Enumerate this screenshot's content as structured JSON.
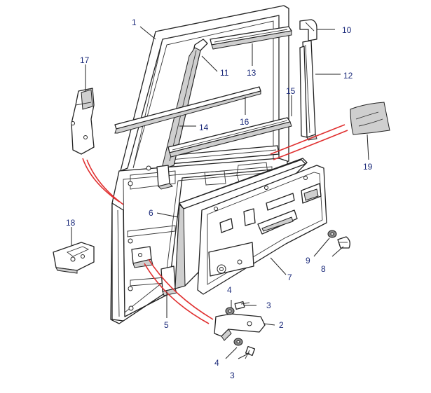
{
  "diagram": {
    "callouts": [
      {
        "id": "1",
        "text": "1"
      },
      {
        "id": "2",
        "text": "2"
      },
      {
        "id": "3a",
        "text": "3"
      },
      {
        "id": "3b",
        "text": "3"
      },
      {
        "id": "4a",
        "text": "4"
      },
      {
        "id": "4b",
        "text": "4"
      },
      {
        "id": "5",
        "text": "5"
      },
      {
        "id": "6",
        "text": "6"
      },
      {
        "id": "7",
        "text": "7"
      },
      {
        "id": "8",
        "text": "8"
      },
      {
        "id": "9",
        "text": "9"
      },
      {
        "id": "10",
        "text": "10"
      },
      {
        "id": "11",
        "text": "11"
      },
      {
        "id": "12",
        "text": "12"
      },
      {
        "id": "13",
        "text": "13"
      },
      {
        "id": "14",
        "text": "14"
      },
      {
        "id": "15",
        "text": "15"
      },
      {
        "id": "16",
        "text": "16"
      },
      {
        "id": "17",
        "text": "17"
      },
      {
        "id": "18",
        "text": "18"
      },
      {
        "id": "19",
        "text": "19"
      }
    ],
    "colors": {
      "callout_text": "#1b2a7a",
      "connector_red": "#e03030",
      "line": "#222222"
    }
  }
}
